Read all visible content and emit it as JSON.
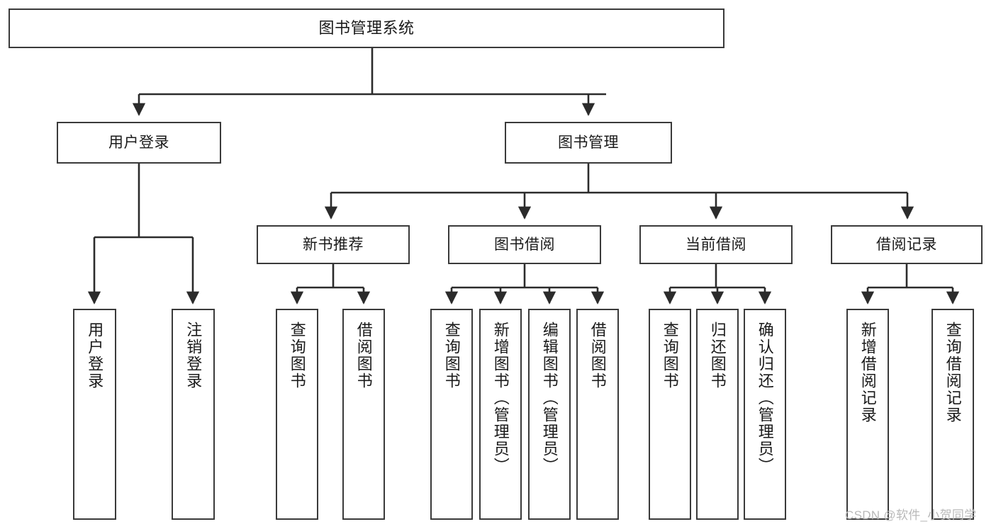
{
  "diagram": {
    "title": "图书管理系统",
    "type": "hierarchy-tree",
    "colors": {
      "background": "#ffffff",
      "box_border": "#3a3a3a",
      "connector": "#2b2b2b",
      "text": "#1a1a1a",
      "watermark": "#b9b9b9"
    },
    "nodes": {
      "root": {
        "label": "图书管理系统"
      },
      "level1": [
        {
          "label": "用户登录"
        },
        {
          "label": "图书管理"
        }
      ],
      "level2": [
        {
          "label": "新书推荐"
        },
        {
          "label": "图书借阅"
        },
        {
          "label": "当前借阅"
        },
        {
          "label": "借阅记录"
        }
      ],
      "leaves_user_login": [
        {
          "label": "用户登录"
        },
        {
          "label": "注销登录"
        }
      ],
      "leaves_new_book": [
        {
          "label": "查询图书"
        },
        {
          "label": "借阅图书"
        }
      ],
      "leaves_borrow": [
        {
          "label": "查询图书"
        },
        {
          "label": "新增图书（管理员）"
        },
        {
          "label": "编辑图书（管理员）"
        },
        {
          "label": "借阅图书"
        }
      ],
      "leaves_current": [
        {
          "label": "查询图书"
        },
        {
          "label": "归还图书"
        },
        {
          "label": "确认归还（管理员）"
        }
      ],
      "leaves_records": [
        {
          "label": "新增借阅记录"
        },
        {
          "label": "查询借阅记录"
        }
      ]
    },
    "watermark": "CSDN @软件_小贺同学"
  }
}
